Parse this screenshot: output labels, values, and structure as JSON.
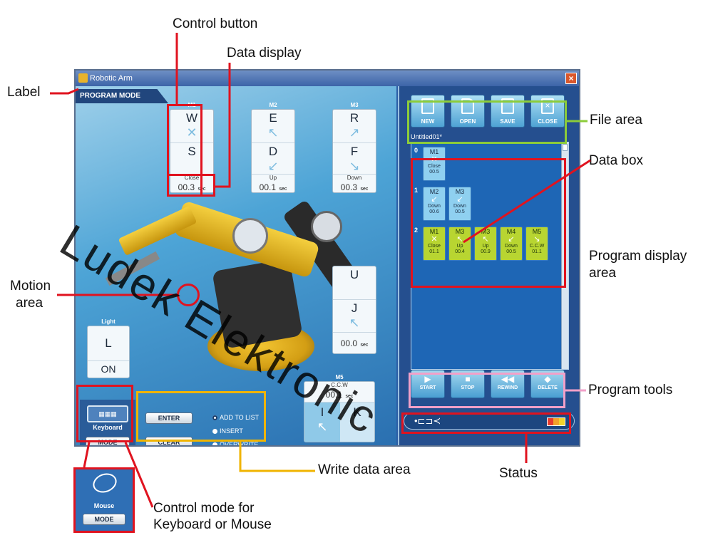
{
  "annotations": {
    "control_button": "Control button",
    "data_display": "Data display",
    "label": "Label",
    "file_area": "File area",
    "data_box": "Data box",
    "program_display_area_line1": "Program display",
    "program_display_area_line2": "area",
    "motion_area_line1": "Motion",
    "motion_area_line2": "area",
    "program_tools": "Program tools",
    "status": "Status",
    "write_data_area": "Write data area",
    "control_mode_line1": "Control mode for",
    "control_mode_line2": "Keyboard or Mouse"
  },
  "window": {
    "title": "Robotic Arm",
    "mode_tab": "PROGRAM MODE"
  },
  "motors": {
    "m1": {
      "title": "M1",
      "key_up": "W",
      "key_down": "S",
      "direction": "Close",
      "value": "00.3",
      "unit": "sec"
    },
    "m2": {
      "title": "M2",
      "key_up": "E",
      "key_down": "D",
      "direction": "Up",
      "value": "00.1",
      "unit": "sec"
    },
    "m3": {
      "title": "M3",
      "key_up": "R",
      "key_down": "F",
      "direction": "Down",
      "value": "00.3",
      "unit": "sec"
    },
    "m4": {
      "key_up": "U",
      "key_down": "J",
      "value": "00.0",
      "unit": "sec"
    },
    "m5": {
      "title": "M5",
      "direction": "C.C.W",
      "value": "00.1",
      "unit": "sec",
      "key_left": "I",
      "key_right": "K"
    },
    "light": {
      "title": "Light",
      "key": "L",
      "state": "ON"
    }
  },
  "control_mode": {
    "keyboard_label": "Keyboard",
    "mode_button": "MODE",
    "mouse_label": "Mouse"
  },
  "write_data": {
    "enter": "ENTER",
    "clear": "CLEAR",
    "options": [
      "ADD TO LIST",
      "INSERT",
      "OVERWRITE"
    ],
    "selected": "ADD TO LIST"
  },
  "file": {
    "buttons": [
      "NEW",
      "OPEN",
      "SAVE",
      "CLOSE"
    ],
    "document": "Untitled01*"
  },
  "program": {
    "rows": [
      {
        "index": "0",
        "steps": [
          {
            "motor": "M1",
            "action": "Close",
            "time": "00.5"
          }
        ]
      },
      {
        "index": "1",
        "steps": [
          {
            "motor": "M2",
            "action": "Down",
            "time": "00.6"
          },
          {
            "motor": "M3",
            "action": "Down",
            "time": "00.5"
          }
        ]
      },
      {
        "index": "2",
        "steps": [
          {
            "motor": "M1",
            "action": "Close",
            "time": "01.1"
          },
          {
            "motor": "M3",
            "action": "Up",
            "time": "00.4"
          },
          {
            "motor": "M3",
            "action": "Up",
            "time": "00.9"
          },
          {
            "motor": "M4",
            "action": "Down",
            "time": "00.5"
          },
          {
            "motor": "M5",
            "action": "C.C.W",
            "time": "01.1"
          }
        ]
      }
    ]
  },
  "tools": [
    "START",
    "STOP",
    "REWIND",
    "DELETE"
  ],
  "watermark": "Ludek Elektronic",
  "colors": {
    "annotation_red": "#e0131f",
    "annotation_gold": "#f0b400",
    "annotation_green": "#8ccc3a",
    "annotation_pink": "#f2a0c8"
  }
}
